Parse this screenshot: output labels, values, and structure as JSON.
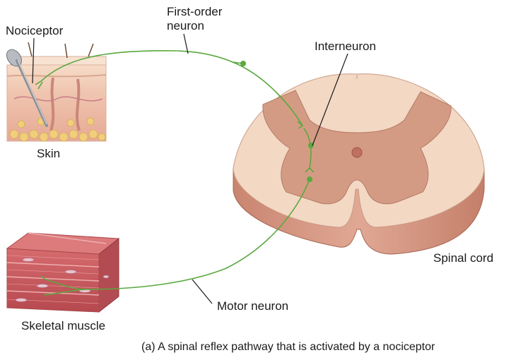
{
  "labels": {
    "nociceptor": "Nociceptor",
    "first_order_neuron": "First-order\nneuron",
    "interneuron": "Interneuron",
    "skin": "Skin",
    "spinal_cord": "Spinal cord",
    "motor_neuron": "Motor neuron",
    "skeletal_muscle": "Skeletal muscle"
  },
  "caption": "(a) A spinal reflex pathway that is activated by a nociceptor",
  "colors": {
    "neuron": "#5aa83f",
    "white_matter": "#f3d8c4",
    "gray_matter": "#d49b84",
    "cord_side": "#d5927c",
    "muscle": "#c95a5e",
    "skin": "#f2c9b0"
  }
}
